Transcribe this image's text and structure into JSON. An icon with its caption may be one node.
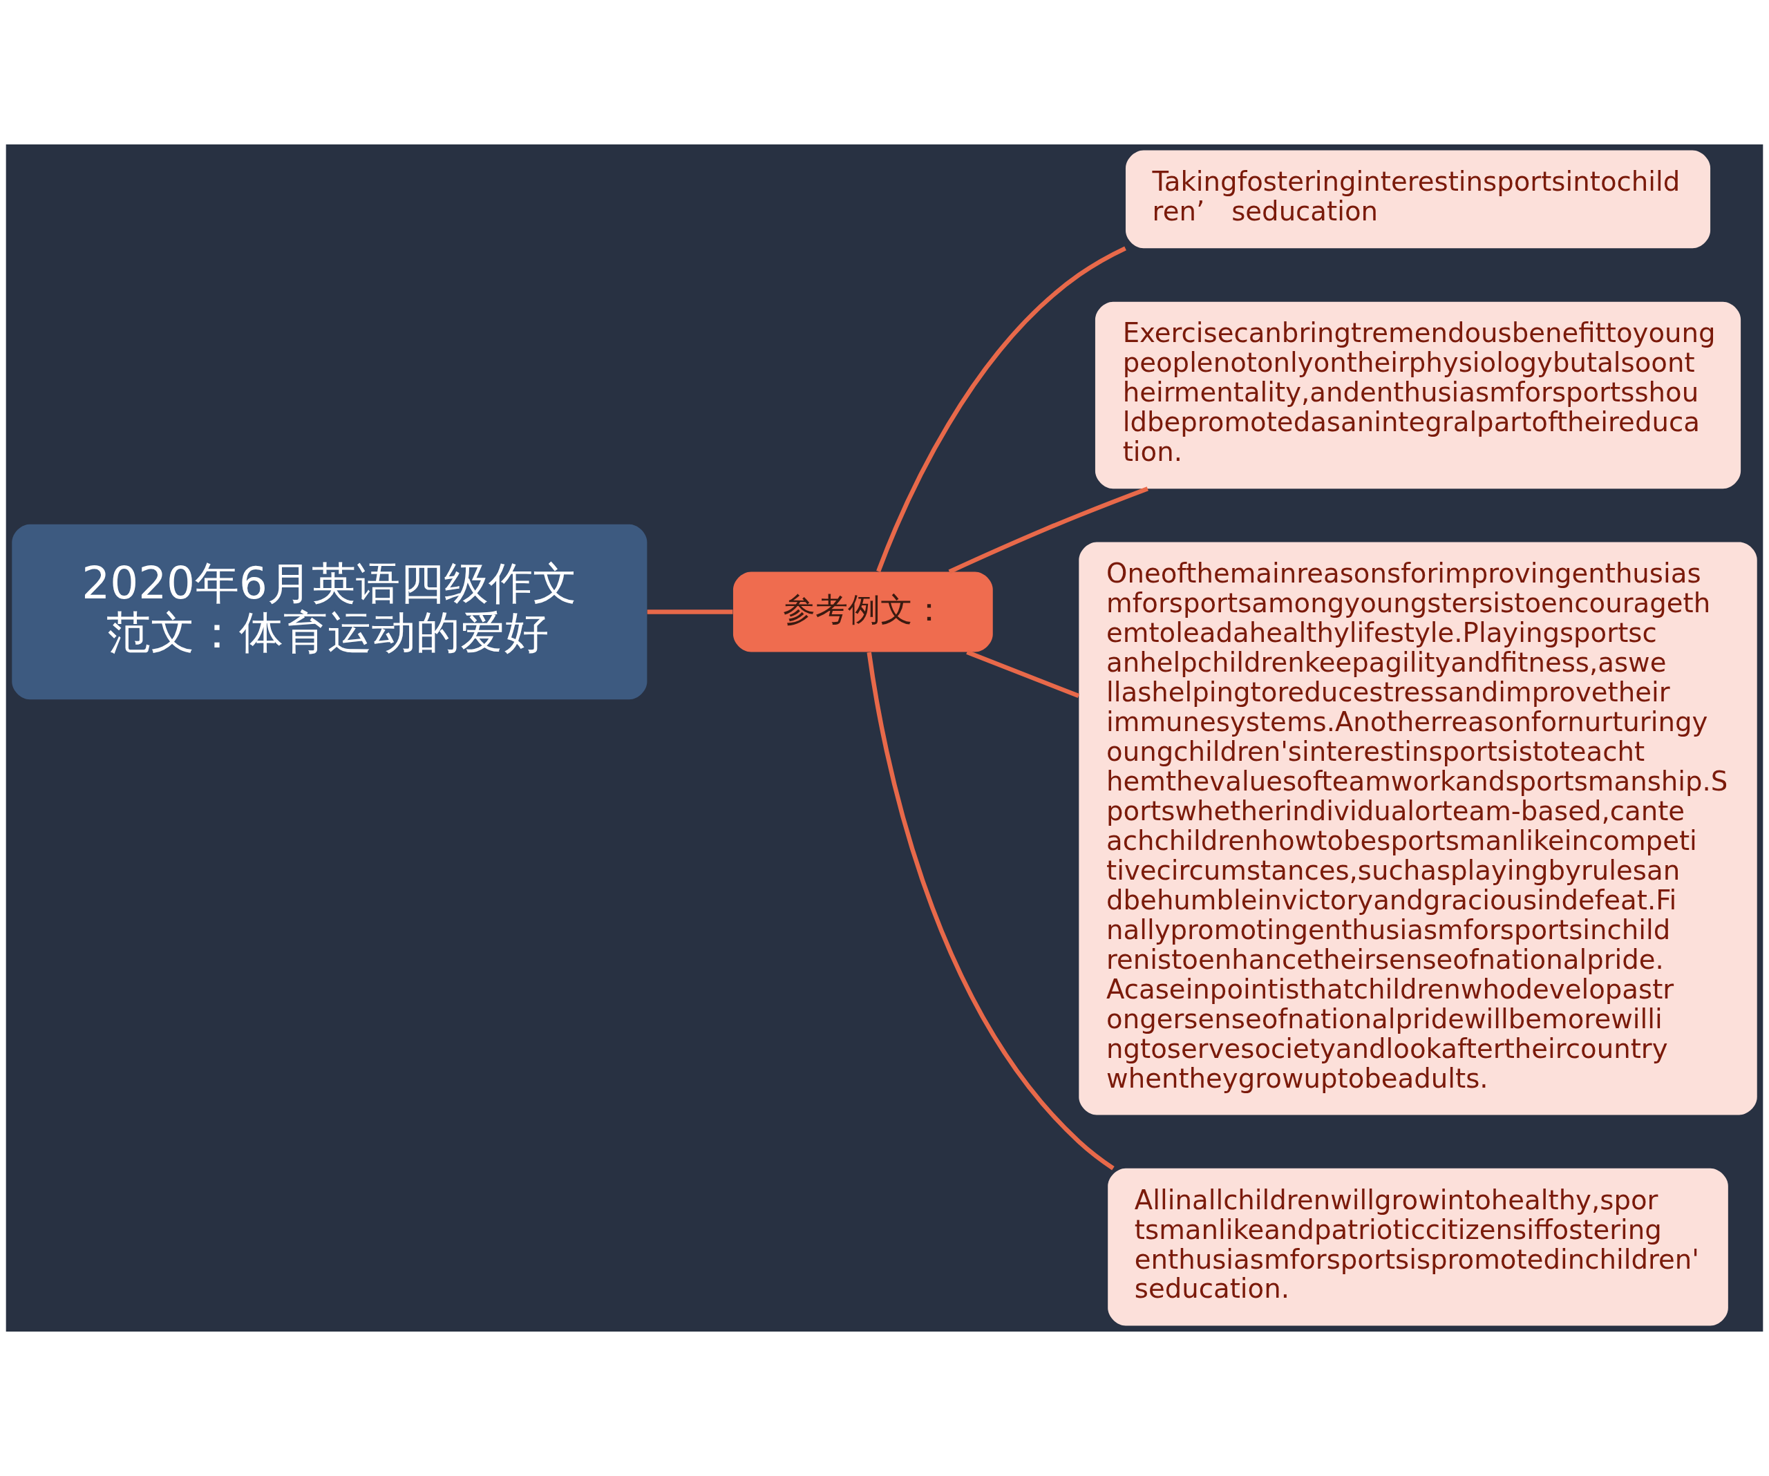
{
  "diagram": {
    "nodes": [
      {
        "text": [
          "2020年6月英语四级作文范文：体育运动的爱好"
        ]
      },
      {
        "text": [
          "参考例文："
        ]
      },
      {
        "text": [
          "Takingfosteringinterestinsportsintochildren’　seducation"
        ]
      },
      {
        "text": [
          "Exercisecanbringtremendousbenefittoyoungpeoplenotonlyontheirphysiologybutalsoontheirmentality,andenthusiasmforsportsshouldbepromotedasanintegralpartoftheireducation."
        ]
      },
      {
        "text": [
          "Oneofthemainreasonsforimprovingenthusiasmforsportsamongyoungstersistoencouragethemtoleadahealthylifestyle.Playingsportscanhelpchildrenkeepagilityandfitness,aswellashelpingtoreducestressandimprovetheirimmunesystems.Anotherreasonfornurturingyoungchildren'sinterestinsportsistoteachthemthevaluesofteamworkandsportsmanship.Sportswhetherindividualorteam-based,canteachchildrenhowtobesportsmanlikeincompetitivecircumstances,suchasplayingbyrulesandbehumbleinvictoryandgraciousindefeat.Finallypromotingenthusiasmforsportsinchildrenistoenhancetheirsenseofnationalpride.Acaseinpointisthatchildrenwhodevelopastrongersenseofnationalpridewillbemorewillingtoservesocietyandlookaftertheircountrywhentheygrowuptobeadults."
        ]
      },
      {
        "text": [
          "Allinallchildrenwillgrowintohealthy,sportsmanlikeandpatrioticcitizensiffosteringenthusiasmforsportsispromotedinchildren'seducation."
        ]
      }
    ],
    "edges": [
      {
        "from": 0,
        "to": 1,
        "arrow": "none"
      },
      {
        "from": 1,
        "to": 2,
        "arrow": "none"
      },
      {
        "from": 1,
        "to": 3,
        "arrow": "none"
      },
      {
        "from": 1,
        "to": 4,
        "arrow": "none"
      },
      {
        "from": 1,
        "to": 5,
        "arrow": "none"
      }
    ]
  }
}
